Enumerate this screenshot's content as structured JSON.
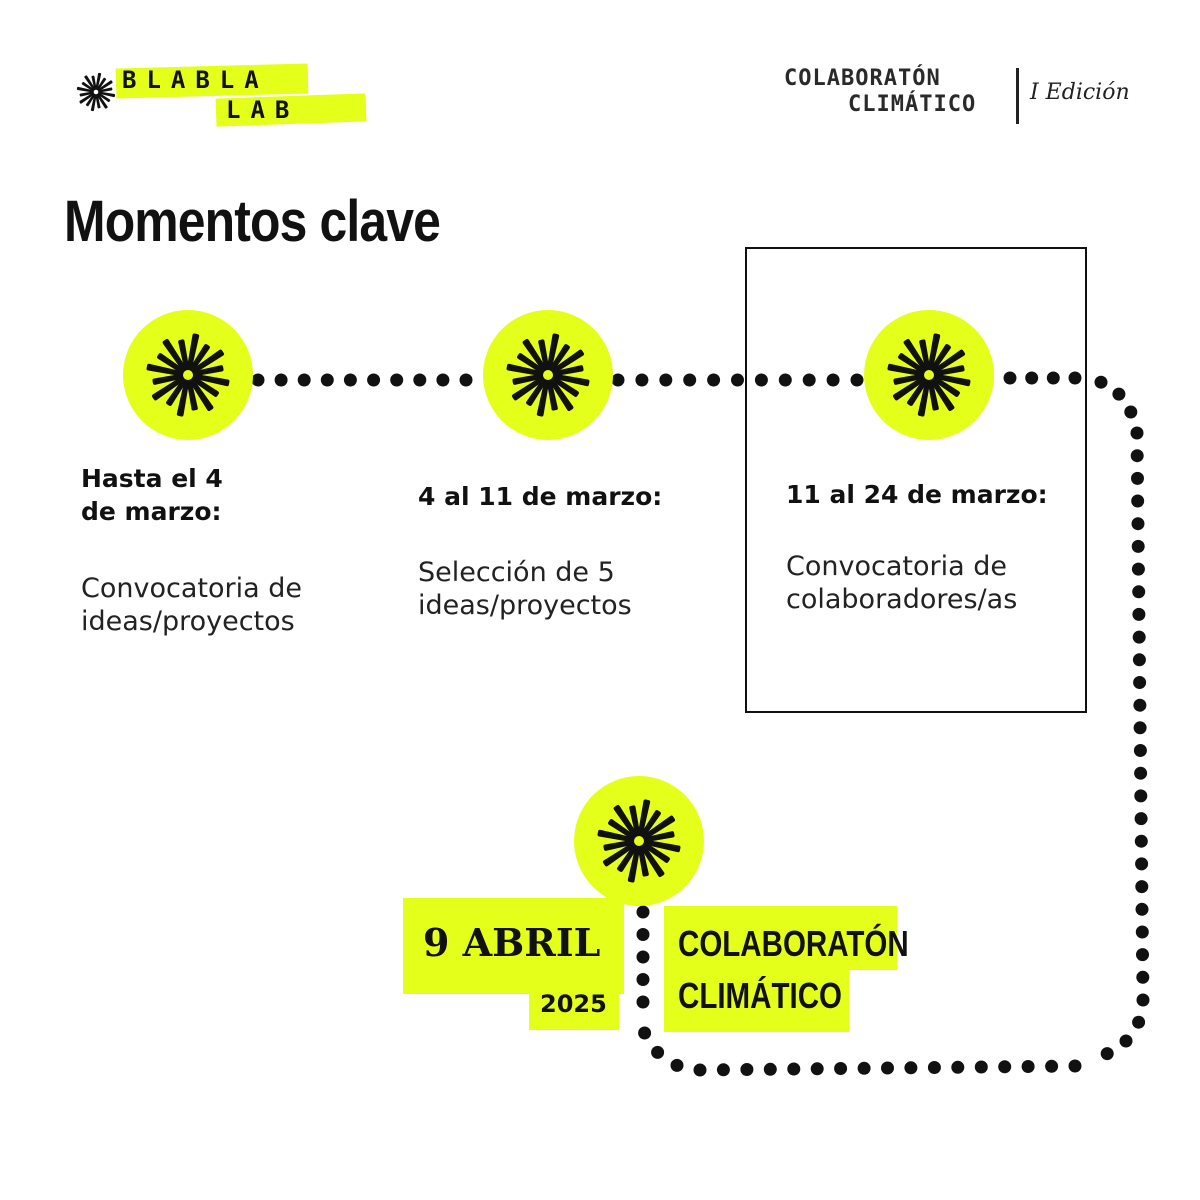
{
  "brand": {
    "logo_line1": "BLABLA",
    "logo_line2": "LAB",
    "accent_color": "#e4ff1a"
  },
  "header": {
    "event_line1": "COLABORATÓN",
    "event_line2": "CLIMÁTICO",
    "edition": "I Edición"
  },
  "page": {
    "title": "Momentos clave"
  },
  "timeline": {
    "milestones": [
      {
        "date": "Hasta el 4\nde marzo:",
        "description": " Convocatoria de\nideas/proyectos",
        "highlighted": false
      },
      {
        "date": "4 al 11 de marzo:",
        "description": "Selección de 5\nideas/proyectos",
        "highlighted": false
      },
      {
        "date": "11 al 24 de marzo:",
        "description": "Convocatoria de\ncolaboradores/as",
        "highlighted": true
      }
    ],
    "final_event": {
      "date": "9 ABRIL",
      "year": "2025",
      "name": "COLABORATÓN\nCLIMÁTICO"
    }
  },
  "icons": {
    "logo_mark": "starburst-icon",
    "milestone": "starburst-icon"
  }
}
